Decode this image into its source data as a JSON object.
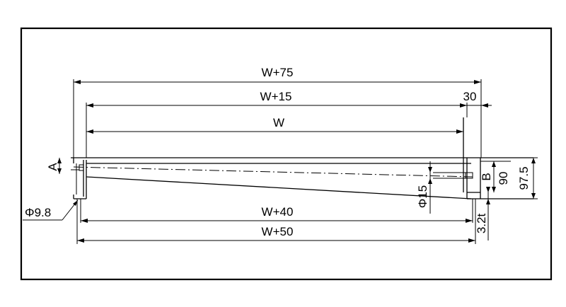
{
  "dimensions": {
    "w_plus_75": "W+75",
    "w_plus_15": "W+15",
    "w": "W",
    "thirty": "30",
    "w_plus_40": "W+40",
    "w_plus_50": "W+50",
    "phi_9_8": "Φ9.8",
    "phi_15": "Φ15",
    "label_a": "A",
    "label_b": "B",
    "ninety": "90",
    "ninety_seven_5": "97.5",
    "thickness": "3.2t"
  }
}
